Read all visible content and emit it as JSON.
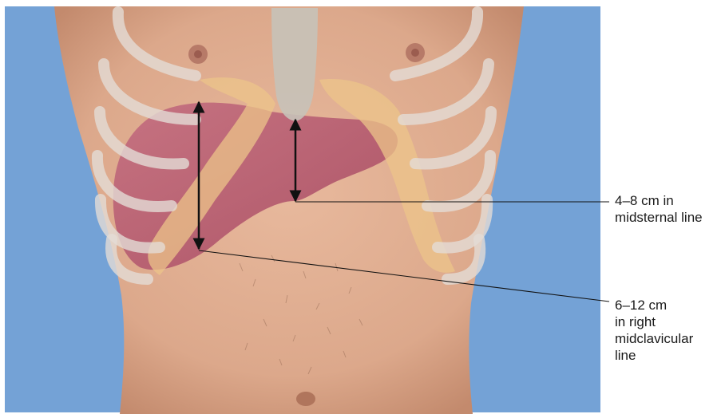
{
  "annotations": {
    "midsternal": {
      "lines": [
        "4–8 cm in",
        "midsternal line"
      ]
    },
    "midclavicular": {
      "lines": [
        "6–12 cm",
        "in right",
        "midclavicular",
        "line"
      ]
    }
  },
  "colors": {
    "background_blue": "#74a2d6",
    "skin": "#e2b196",
    "skin_shadow": "#c98f72",
    "liver": "#b65a6e",
    "rib_overlay": "#d9d3cf",
    "cartilage": "#ecc48a",
    "sternum": "#c7c2b8",
    "arrow": "#111111"
  }
}
